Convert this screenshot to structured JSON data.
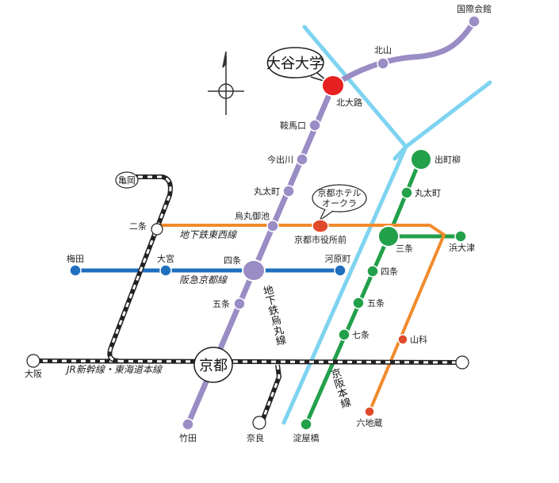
{
  "colors": {
    "karasuma": "#9a8cc4",
    "tozai": "#f08a2c",
    "hankyu": "#1f6fbf",
    "keihan_river": "#7ed3f0",
    "keihan_green": "#22a04a",
    "jr_black": "#222222",
    "university_red": "#e62020"
  },
  "labels": {
    "otani": "大谷大学",
    "kitaoji": "北大路",
    "kitayama": "北山",
    "kokusai": "国際会館",
    "kuramaguchi": "鞍馬口",
    "imadegawa": "今出川",
    "marutamachi": "丸太町",
    "karasuma_oike": "烏丸御池",
    "shijo": "四条",
    "gojo": "五条",
    "kyoto": "京都",
    "takeda": "竹田",
    "hotel_1": "京都ホテル",
    "hotel_2": "オークラ",
    "shiyakusho": "京都市役所前",
    "demachiyanagi": "出町柳",
    "marutamachi_k": "丸太町",
    "sanjo": "三条",
    "hamaotsu": "浜大津",
    "shijo_k": "四条",
    "gojo_k": "五条",
    "shichijo": "七条",
    "yamashina": "山科",
    "rokujizo": "六地蔵",
    "yodoyabashi": "淀屋橋",
    "kameoka": "亀岡",
    "nijo": "二条",
    "umeda": "梅田",
    "omiya": "大宮",
    "kawaramachi": "河原町",
    "osaka": "大阪",
    "nara": "奈良",
    "line_tozai": "地下鉄東西線",
    "line_hankyu": "阪急京都線",
    "line_jr": "JR新幹線・東海道本線",
    "line_karasuma": "地下鉄烏丸線",
    "line_keihan": "京阪本線"
  }
}
